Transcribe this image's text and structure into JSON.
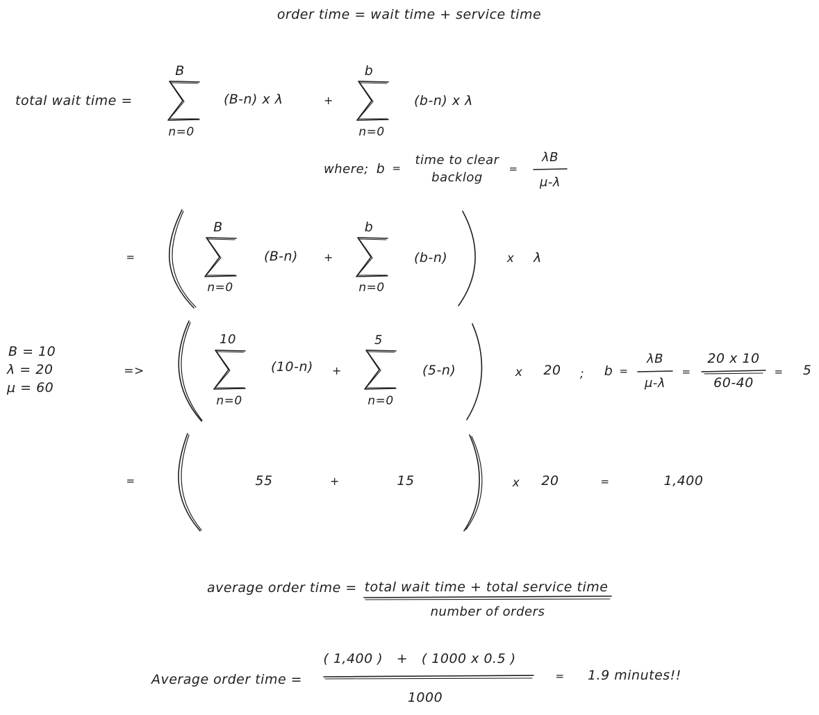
{
  "header": {
    "formula": "order time = wait time + service time"
  },
  "eq1": {
    "lhs": "total wait time =",
    "sum1_upper": "B",
    "sum1_lower": "n=0",
    "sum1_term": "(B-n) x λ",
    "plus": "+",
    "sum2_upper": "b",
    "sum2_lower": "n=0",
    "sum2_term": "(b-n) x λ"
  },
  "where": {
    "prefix": "where;",
    "var": "b",
    "eq": "=",
    "desc_line1": "time to clear",
    "desc_line2": "backlog",
    "eq2": "=",
    "num": "λB",
    "den": "μ-λ"
  },
  "eq2": {
    "eq": "=",
    "sum1_upper": "B",
    "sum1_lower": "n=0",
    "sum1_term": "(B-n)",
    "plus": "+",
    "sum2_upper": "b",
    "sum2_lower": "n=0",
    "sum2_term": "(b-n)",
    "times": "x",
    "factor": "λ"
  },
  "params": {
    "B": "B = 10",
    "lambda": "λ = 20",
    "mu": "μ = 60"
  },
  "eq3": {
    "implies": "=>",
    "sum1_upper": "10",
    "sum1_lower": "n=0",
    "sum1_term": "(10-n)",
    "plus": "+",
    "sum2_upper": "5",
    "sum2_lower": "n=0",
    "sum2_term": "(5-n)",
    "times": "x",
    "factor": "20",
    "sep": ";",
    "b_var": "b",
    "b_eq": "=",
    "frac1_num": "λB",
    "frac1_den": "μ-λ",
    "eq_a": "=",
    "frac2_num": "20 x 10",
    "frac2_den": "60-40",
    "eq_b": "=",
    "result": "5"
  },
  "eq4": {
    "eq": "=",
    "value1": "55",
    "plus": "+",
    "value2": "15",
    "times": "x",
    "factor": "20",
    "eq2": "=",
    "result": "1,400"
  },
  "avg_def": {
    "lhs": "average order time =",
    "numerator": "total wait time + total service time",
    "denominator": "number of orders"
  },
  "avg_calc": {
    "lhs": "Average order time =",
    "numerator": "( 1,400 )   +   ( 1000 x 0.5 )",
    "denominator": "1000",
    "eq": "=",
    "result": "1.9 minutes!!"
  }
}
